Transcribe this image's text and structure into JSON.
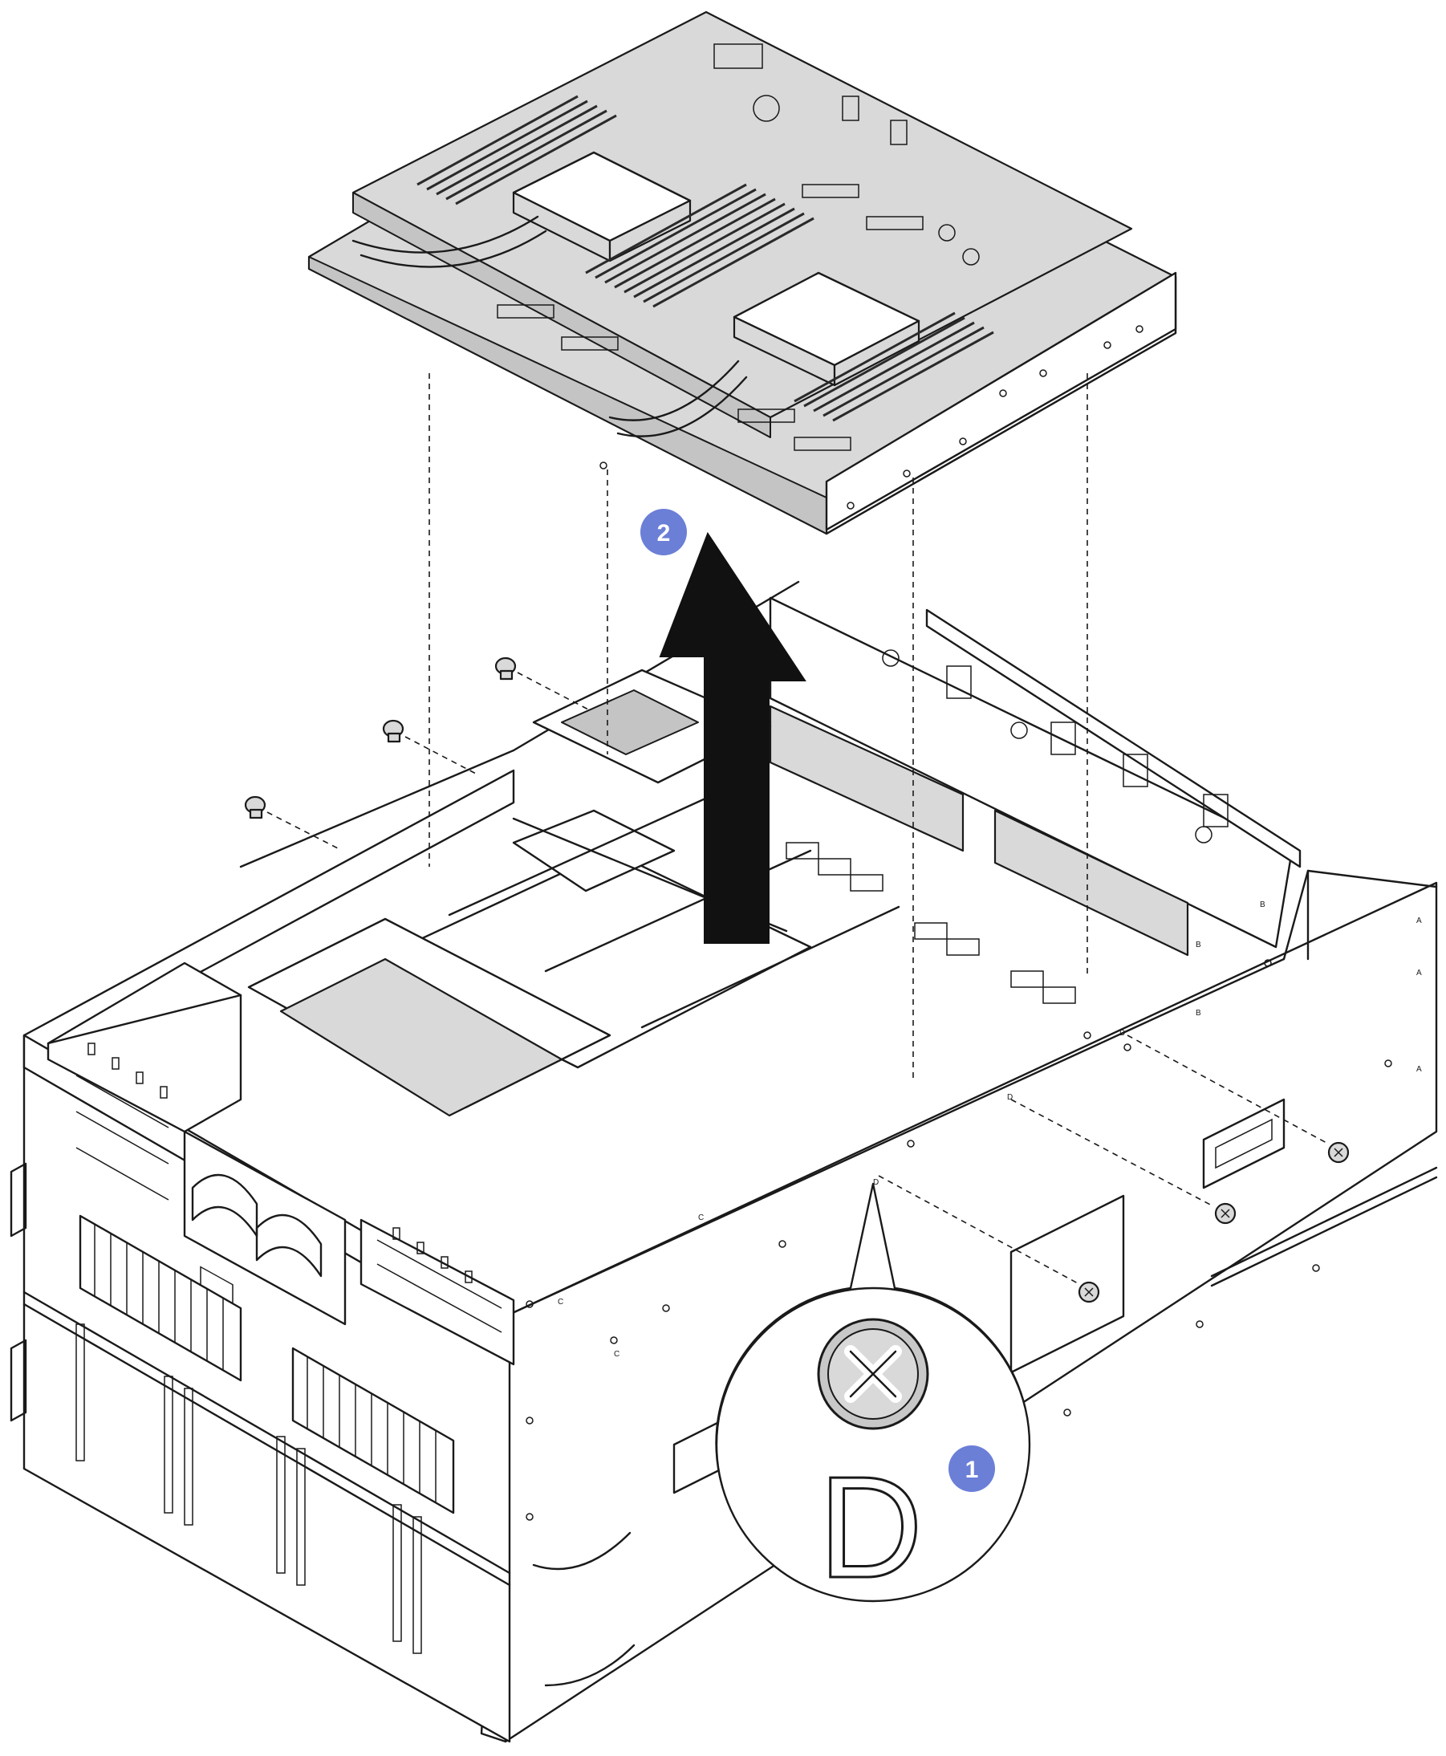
{
  "figure": {
    "steps": [
      {
        "number": "1",
        "badge_color": "#6b7fd7"
      },
      {
        "number": "2",
        "badge_color": "#6b7fd7"
      }
    ],
    "callout": {
      "letter": "D"
    },
    "chassis_labels": [
      "A",
      "B",
      "C",
      "D"
    ]
  }
}
